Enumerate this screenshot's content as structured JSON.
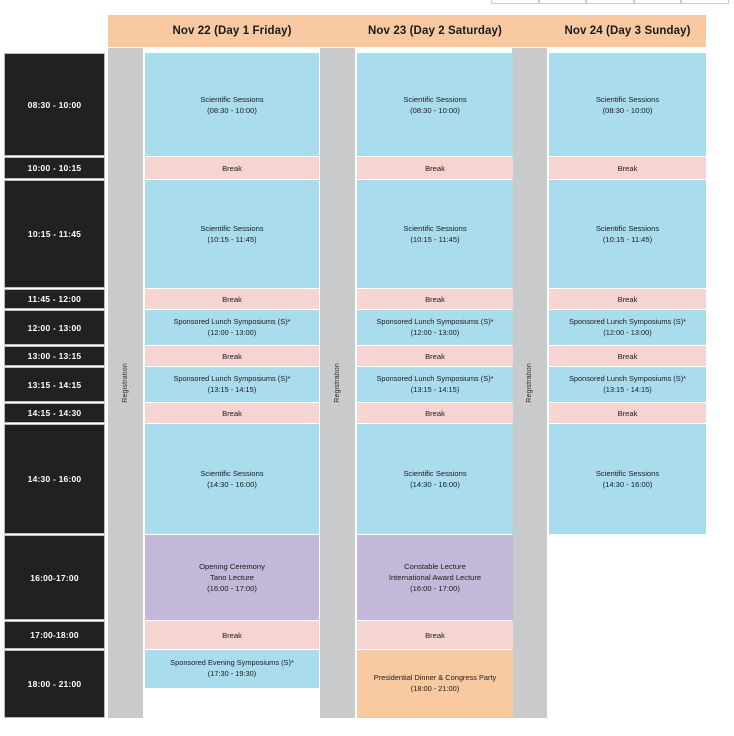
{
  "header": {
    "days": [
      {
        "label": "Nov 22 (Day 1 Friday)"
      },
      {
        "label": "Nov 23 (Day 2 Saturday)"
      },
      {
        "label": "Nov 24 (Day 3 Sunday)"
      }
    ]
  },
  "registration": {
    "label": "Registration"
  },
  "time_slots": [
    {
      "label": "08:30 - 10:00"
    },
    {
      "label": "10:00 - 10:15"
    },
    {
      "label": "10:15 - 11:45"
    },
    {
      "label": "11:45 - 12:00"
    },
    {
      "label": "12:00 - 13:00"
    },
    {
      "label": "13:00 - 13:15"
    },
    {
      "label": "13:15 - 14:15"
    },
    {
      "label": "14:15 - 14:30"
    },
    {
      "label": "14:30 - 16:00"
    },
    {
      "label": "16:00-17:00"
    },
    {
      "label": "17:00-18:00"
    },
    {
      "label": "18:00 - 21:00"
    }
  ],
  "day1": {
    "morning_session": {
      "line1": "Scientific Sessions",
      "line2": "(08:30 - 10:00)"
    },
    "break1": {
      "line1": "Break"
    },
    "late_morning": {
      "line1": "Scientific Sessions",
      "line2": "(10:15 - 11:45)"
    },
    "break2": {
      "line1": "Break"
    },
    "lunch_symposium1": {
      "line1": "Sponsored Lunch Symposiums (S)*",
      "line2": "(12:00 - 13:00)"
    },
    "break3": {
      "line1": "Break"
    },
    "lunch_symposium2": {
      "line1": "Sponsored Lunch Symposiums (S)*",
      "line2": "(13:15 - 14:15)"
    },
    "break4": {
      "line1": "Break"
    },
    "afternoon_session": {
      "line1": "Scientific Sessions",
      "line2": "(14:30 - 16:00)"
    },
    "ceremony": {
      "line1": "Opening Ceremony",
      "line2": "Tano Lecture",
      "line3": "(16:00 - 17:00)"
    },
    "break5": {
      "line1": "Break"
    },
    "evening_symposium": {
      "line1": "Sponsored Evening Symposiums (S)*",
      "line2": "(17:30 - 19:30)"
    }
  },
  "day2": {
    "morning_session": {
      "line1": "Scientific Sessions",
      "line2": "(08:30 - 10:00)"
    },
    "break1": {
      "line1": "Break"
    },
    "late_morning": {
      "line1": "Scientific Sessions",
      "line2": "(10:15 - 11:45)"
    },
    "break2": {
      "line1": "Break"
    },
    "lunch_symposium1": {
      "line1": "Sponsored Lunch Symposiums (S)*",
      "line2": "(12:00 - 13:00)"
    },
    "break3": {
      "line1": "Break"
    },
    "lunch_symposium2": {
      "line1": "Sponsored Lunch Symposiums (S)*",
      "line2": "(13:15 - 14:15)"
    },
    "break4": {
      "line1": "Break"
    },
    "afternoon_session": {
      "line1": "Scientific Sessions",
      "line2": "(14:30 - 16:00)"
    },
    "ceremony": {
      "line1": "Constable Lecture",
      "line2": "International Award Lecture",
      "line3": "(16:00 - 17:00)"
    },
    "break5": {
      "line1": "Break"
    },
    "dinner": {
      "line1": "Presidential Dinner & Congress Party",
      "line2": "(18:00 - 21:00)"
    }
  },
  "day3": {
    "morning_session": {
      "line1": "Scientific Sessions",
      "line2": "(08:30 - 10:00)"
    },
    "break1": {
      "line1": "Break"
    },
    "late_morning": {
      "line1": "Scientific Sessions",
      "line2": "(10:15 - 11:45)"
    },
    "break2": {
      "line1": "Break"
    },
    "lunch_symposium1": {
      "line1": "Sponsored Lunch Symposiums (S)*",
      "line2": "(12:00 - 13:00)"
    },
    "break3": {
      "line1": "Break"
    },
    "lunch_symposium2": {
      "line1": "Sponsored Lunch Symposiums (S)*",
      "line2": "(13:15 - 14:15)"
    },
    "break4": {
      "line1": "Break"
    },
    "afternoon_session": {
      "line1": "Scientific Sessions",
      "line2": "(14:30 - 16:00)"
    }
  },
  "colors": {
    "header_band": "#f8c9a0",
    "session": "#a9dced",
    "break": "#f6d4d1",
    "lecture": "#c3b8da",
    "social": "#f9c9a2",
    "registration": "#c8cacb",
    "time_cell": "#222021"
  }
}
